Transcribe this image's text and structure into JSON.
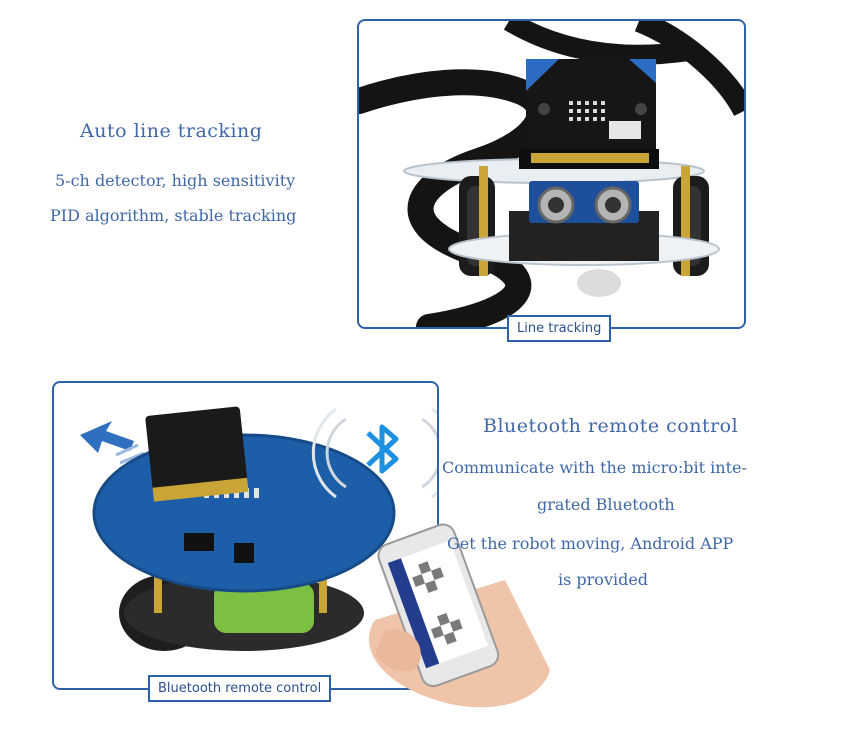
{
  "section1": {
    "heading": "Auto line tracking",
    "lines": [
      "5-ch detector, high sensitivity",
      "PID algorithm, stable tracking"
    ],
    "image_label": "Line tracking"
  },
  "section2": {
    "heading": "Bluetooth remote control",
    "lines": [
      "Communicate with the micro:bit inte-",
      "grated Bluetooth",
      "Get the robot moving, Android APP",
      "is provided"
    ],
    "image_label": "Bluetooth remote control"
  },
  "colors": {
    "text": "#3f68a8",
    "frame": "#2e62a8",
    "board_blue": "#1d5ea8",
    "bluetooth": "#1e90e0"
  },
  "icons": {
    "bluetooth": "bluetooth-icon",
    "arrow": "direction-arrow-icon"
  }
}
